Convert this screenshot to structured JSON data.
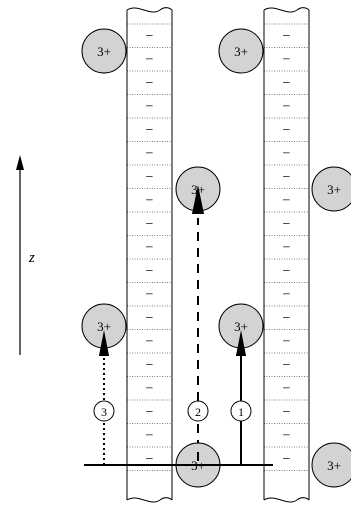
{
  "axis": {
    "label": "z"
  },
  "ion_charge": "3+",
  "fixed_charge": "−",
  "ion_fill": "#d3d3d3",
  "path_labels": [
    "1",
    "2",
    "3"
  ],
  "path_styles": {
    "1": "solid",
    "2": "dashed",
    "3": "dotted"
  },
  "columns": 2,
  "charges_per_column": 19,
  "ions_in_view": 8
}
